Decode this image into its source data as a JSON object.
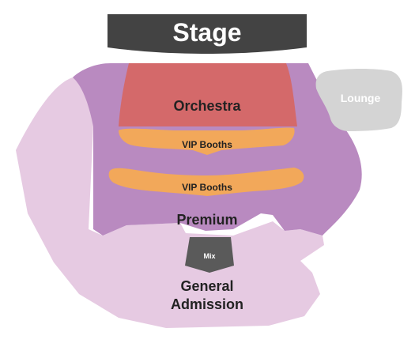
{
  "sections": {
    "stage": {
      "label": "Stage",
      "color": "#434343",
      "text_color": "#ffffff"
    },
    "orchestra": {
      "label": "Orchestra",
      "color": "#d4696a"
    },
    "vip_booths_front": {
      "label": "VIP Booths",
      "color": "#f2a85a"
    },
    "vip_booths_rear": {
      "label": "VIP Booths",
      "color": "#f2a85a"
    },
    "premium": {
      "label": "Premium",
      "color": "#b98ac0"
    },
    "mix": {
      "label": "Mix",
      "color": "#5a5a5a",
      "text_color": "#ffffff"
    },
    "general_admission": {
      "label_line1": "General",
      "label_line2": "Admission",
      "color": "#e6cae2"
    },
    "lounge": {
      "label": "Lounge",
      "color": "#d4d4d4",
      "text_color": "#ffffff"
    }
  },
  "label_color": "#222222"
}
